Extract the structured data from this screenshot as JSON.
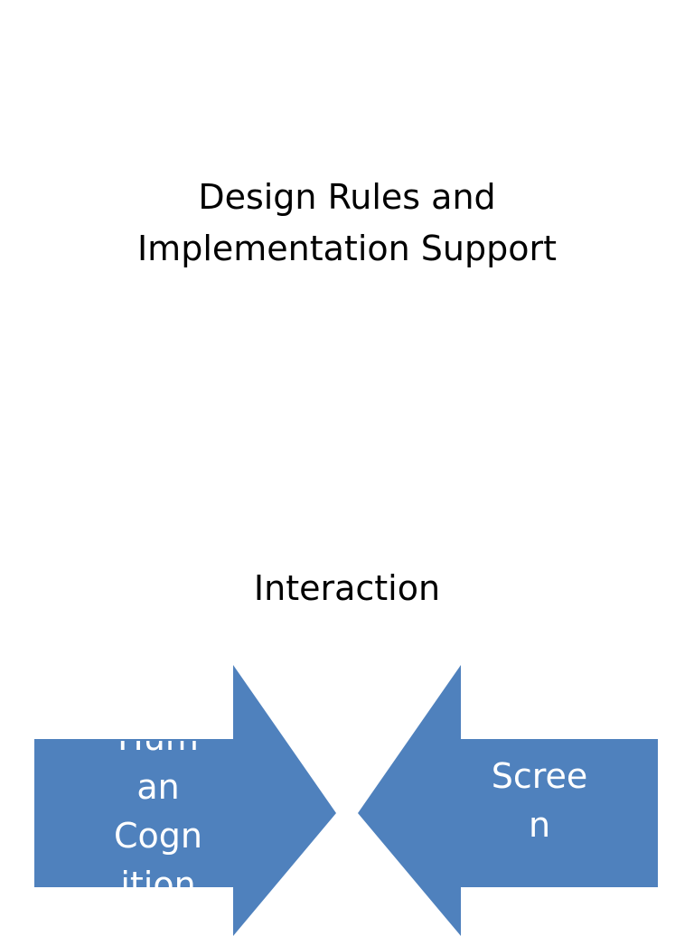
{
  "title": {
    "line1": "Design Rules and",
    "line2": "Implementation Support"
  },
  "center_label": "Interaction",
  "arrows": {
    "left": {
      "parts": [
        "Hum",
        "an",
        "Cogn",
        "ition"
      ],
      "color": "#4F81BD"
    },
    "right": {
      "parts": [
        "Scree",
        "n"
      ],
      "color": "#4F81BD"
    }
  }
}
